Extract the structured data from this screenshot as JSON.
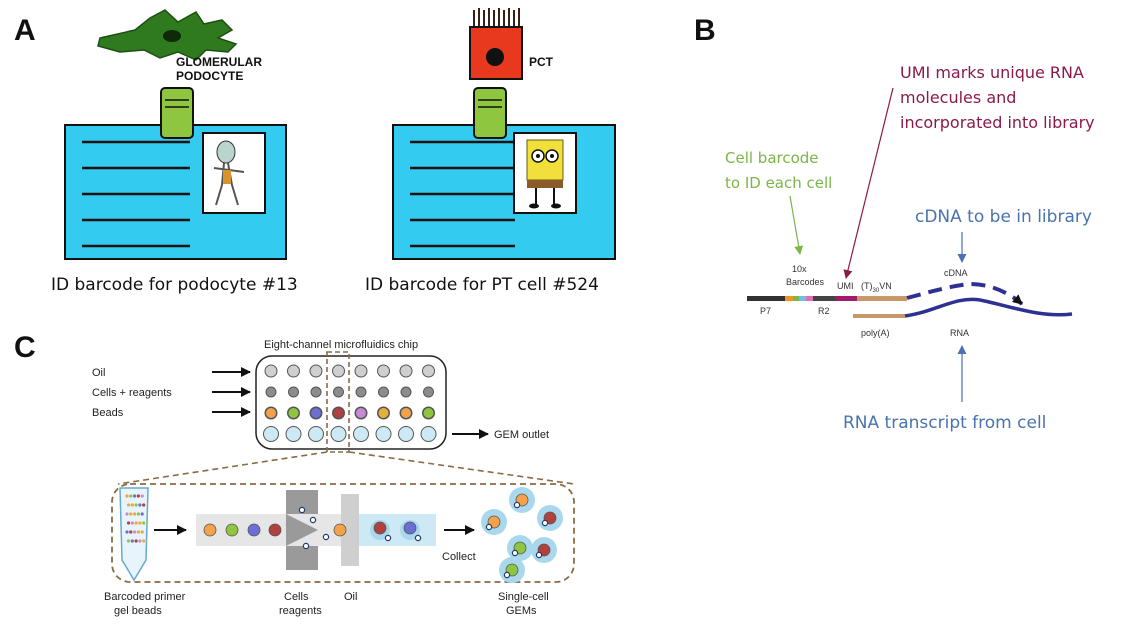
{
  "panel_a": {
    "letter": "A",
    "left_cell_label_line1": "GLOMERULAR",
    "left_cell_label_line2": "PODOCYTE",
    "right_cell_label": "PCT",
    "left_caption": "ID barcode for podocyte #13",
    "right_caption": "ID barcode for PT cell #524"
  },
  "panel_b": {
    "letter": "B",
    "umi_note_line1": "UMI marks unique RNA",
    "umi_note_line2": "molecules and",
    "umi_note_line3": "incorporated into library",
    "cell_barcode_line1": "Cell barcode",
    "cell_barcode_line2": "to ID each cell",
    "cdna_note": "cDNA to be in library",
    "rna_note": "RNA transcript from cell",
    "label_10x": "10x",
    "label_barcodes": "Barcodes",
    "label_umi": "UMI",
    "label_t": "(T)",
    "label_t_sub": "30",
    "label_vn": "VN",
    "label_cdna": "cDNA",
    "label_p7": "P7",
    "label_r2": "R2",
    "label_polya": "poly(A)",
    "label_rna": "RNA",
    "colors": {
      "green_note": "#7ab648",
      "umi_note": "#8b1a4a",
      "blue_note": "#4a72b0",
      "strand": "#2e3192"
    }
  },
  "panel_c": {
    "letter": "C",
    "chip_title": "Eight-channel microfluidics chip",
    "row_oil": "Oil",
    "row_cells": "Cells + reagents",
    "row_beads": "Beads",
    "gem_outlet": "GEM outlet",
    "collect": "Collect",
    "caption_beads_line1": "Barcoded primer",
    "caption_beads_line2": "gel beads",
    "caption_cells_line1": "Cells",
    "caption_cells_line2": "reagents",
    "caption_oil": "Oil",
    "caption_gems_line1": "Single-cell",
    "caption_gems_line2": "GEMs"
  }
}
